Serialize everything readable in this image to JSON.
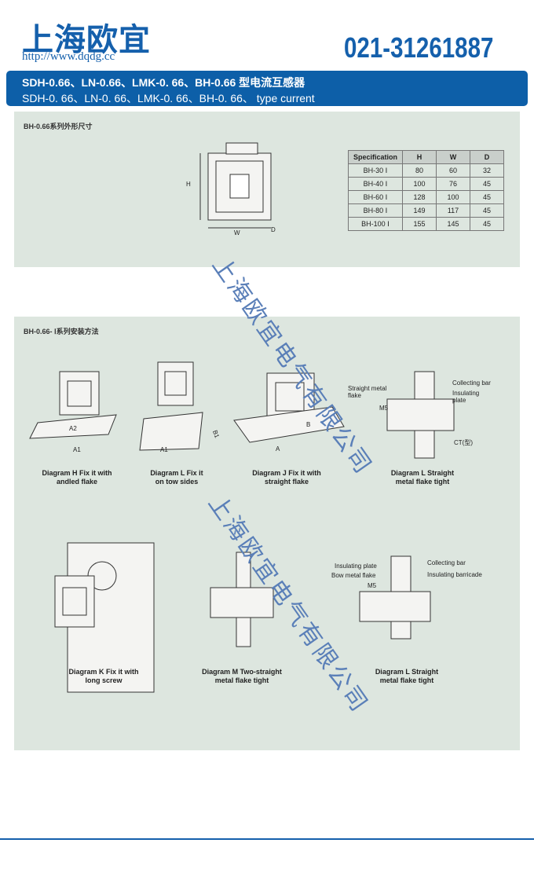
{
  "header": {
    "logo": "上海欧宜",
    "url": "http://www.dqdg.cc",
    "phone": "021-31261887"
  },
  "band": {
    "title": "SDH-0.66、LN-0.66、LMK-0. 66、BH-0.66 型电流互感器",
    "subtitle": "SDH-0. 66、LN-0. 66、LMK-0. 66、BH-0. 66、 type current"
  },
  "dims": {
    "title": "BH-0.66系列外形尺寸",
    "labels": {
      "h": "H",
      "w": "W",
      "d": "D"
    },
    "table": {
      "headers": [
        "Specification",
        "H",
        "W",
        "D"
      ],
      "rows": [
        [
          "BH-30 Ⅰ",
          "80",
          "60",
          "32"
        ],
        [
          "BH-40 Ⅰ",
          "100",
          "76",
          "45"
        ],
        [
          "BH-60 Ⅰ",
          "128",
          "100",
          "45"
        ],
        [
          "BH-80 Ⅰ",
          "149",
          "117",
          "45"
        ],
        [
          "BH-100 Ⅰ",
          "155",
          "145",
          "45"
        ]
      ]
    }
  },
  "install": {
    "title": "BH-0.66- Ⅰ系列安装方法",
    "diagrams": [
      {
        "caption1": "Diagram H Fix it with",
        "caption2": "andled flake"
      },
      {
        "caption1": "Diagram L Fix it",
        "caption2": "on tow sides"
      },
      {
        "caption1": "Diagram J Fix it with",
        "caption2": "straight flake"
      },
      {
        "caption1": "Diagram L Straight",
        "caption2": "metal flake tight"
      },
      {
        "caption1": "Diagram K Fix it with",
        "caption2": "long screw"
      },
      {
        "caption1": "Diagram M Two-straight",
        "caption2": "metal flake tight"
      },
      {
        "caption1": "Diagram L Straight",
        "caption2": "metal flake tight"
      }
    ],
    "labels": {
      "a1": "A1",
      "a2": "A2",
      "b1": "B1",
      "a": "A",
      "b": "B",
      "straight": "Straight metal flake",
      "m5": "M5",
      "collecting": "Collecting bar",
      "insulating": "Insulating plate",
      "ct": "CT(型)",
      "ins_plate": "Insulating plate",
      "bow": "Bow metal flake",
      "barricade": "Insulating barricade"
    }
  },
  "watermark": "上海欧宜电气有限公司"
}
